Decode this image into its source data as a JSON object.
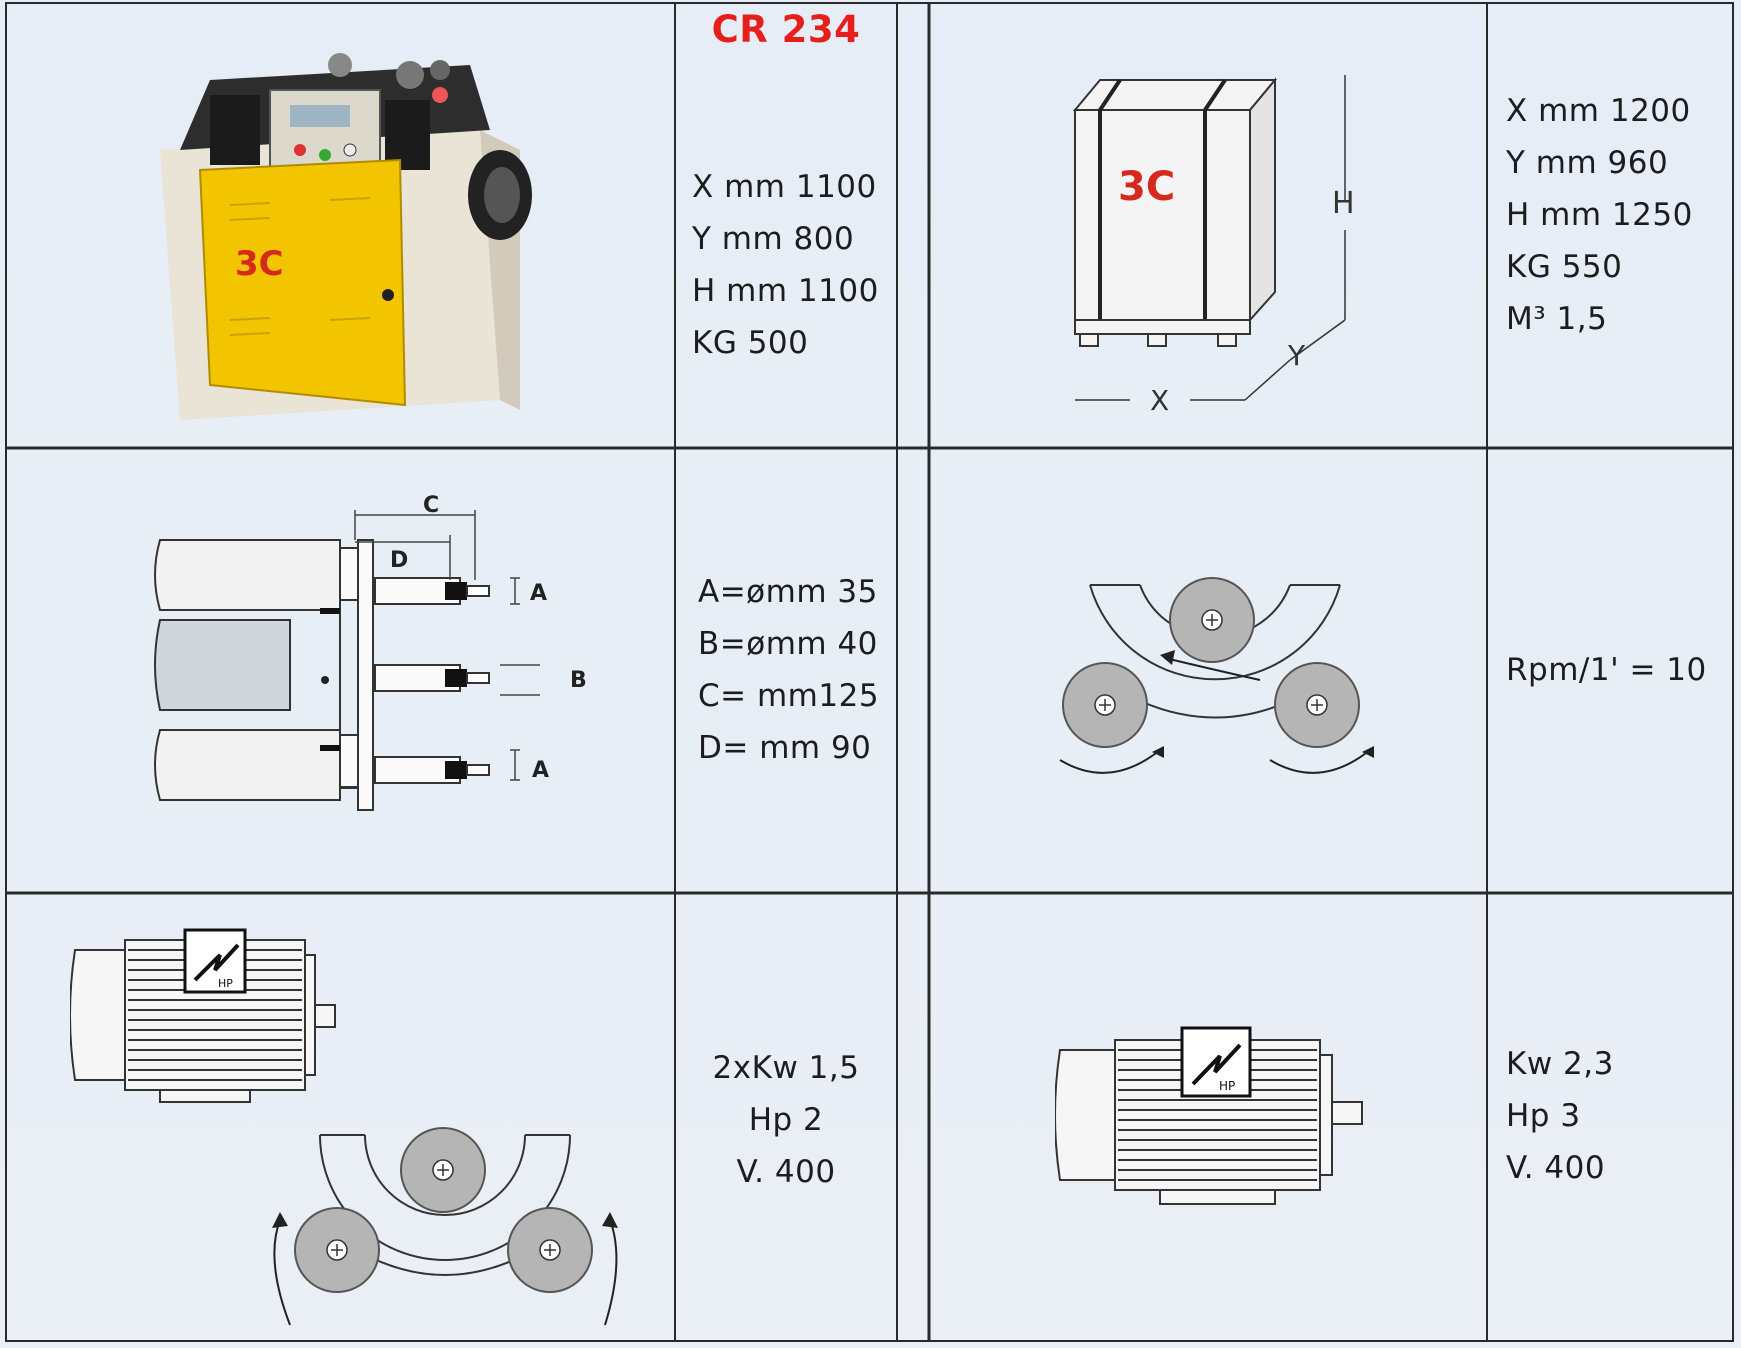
{
  "title": "CR 234",
  "machine_dimensions": [
    "X mm 1100",
    "Y mm 800",
    "H mm 1100",
    "KG 500"
  ],
  "packing_dimensions": [
    "X mm 1200",
    "Y mm 960",
    "H mm 1250",
    "KG 550",
    "M³ 1,5"
  ],
  "roll_dimensions": [
    "A=ømm 35",
    "B=ømm 40",
    "C= mm125",
    "D= mm 90"
  ],
  "rotation_speed": "Rpm/1' = 10",
  "motor_small": [
    "2xKw 1,5",
    "Hp 2",
    "V. 400"
  ],
  "motor_large": [
    "Kw 2,3",
    "Hp 3",
    "V. 400"
  ],
  "packing_labels": {
    "x": "X",
    "y": "Y",
    "h": "H"
  },
  "shaft_labels": {
    "a": "A",
    "b": "B",
    "c": "C",
    "d": "D"
  },
  "motor_badge": "HP",
  "logo_text": "3C",
  "colors": {
    "title": "#e5201c",
    "background": "#e8eef6",
    "machine_yellow": "#f3c400",
    "logo_red": "#d6281c",
    "roller_gray": "#b5b5b5"
  }
}
